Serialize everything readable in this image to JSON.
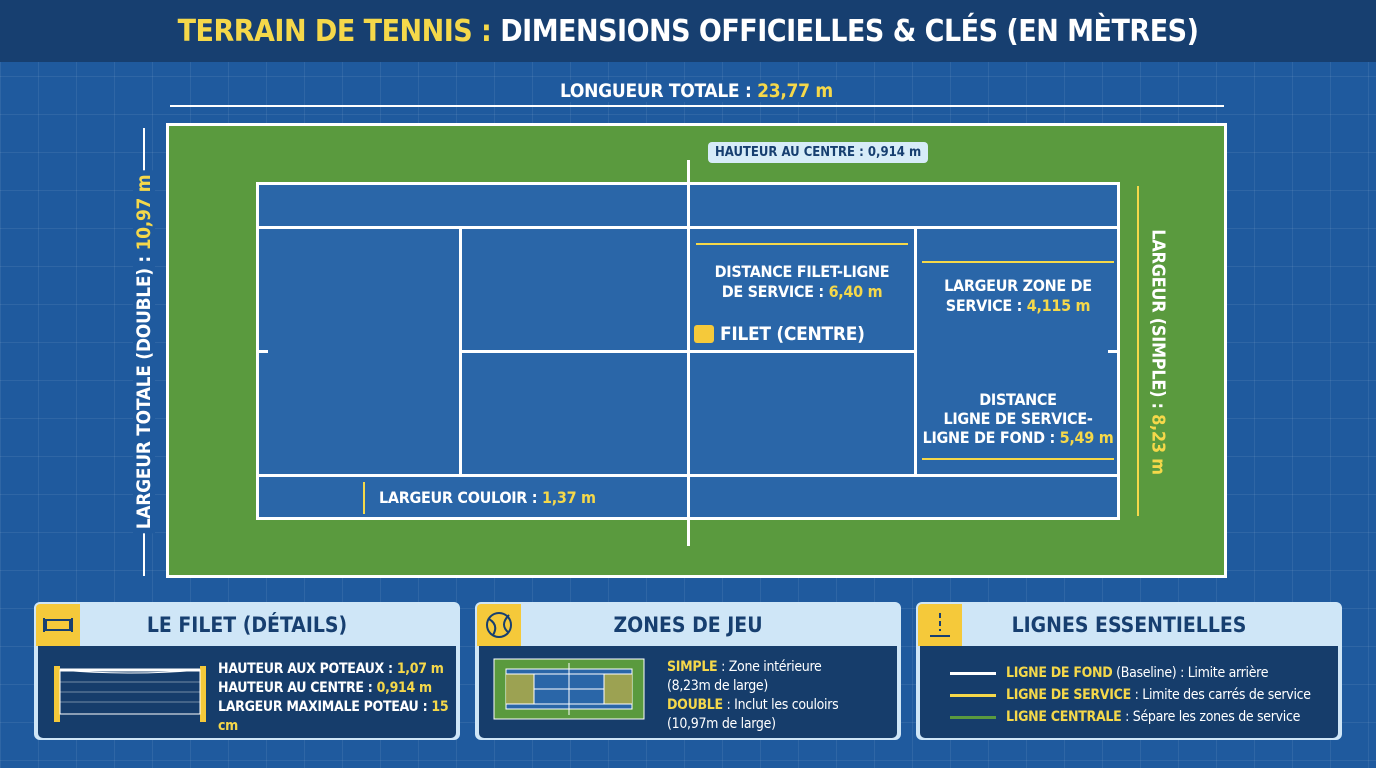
{
  "title": {
    "part1": "TERRAIN DE TENNIS :",
    "part2": "DIMENSIONS OFFICIELLES & CLÉS (EN MÈTRES)"
  },
  "court": {
    "total_length": {
      "label": "LONGUEUR TOTALE :",
      "value": "23,77 m"
    },
    "total_width": {
      "label": "LARGEUR TOTALE (DOUBLE) :",
      "value": "10,97 m"
    },
    "singles_width": {
      "label": "LARGEUR (SIMPLE) :",
      "value": "8,23 m"
    },
    "net_height_center": {
      "label": "HAUTEUR AU CENTRE :",
      "value": "0,914 m"
    },
    "net_service_distance": {
      "line1": "DISTANCE FILET-LIGNE",
      "label": "DE SERVICE :",
      "value": "6,40 m"
    },
    "service_zone_width": {
      "line1": "LARGEUR ZONE DE",
      "label": "SERVICE :",
      "value": "4,115 m"
    },
    "net": {
      "label": "FILET (CENTRE)"
    },
    "service_baseline_distance": {
      "line1": "DISTANCE",
      "line2": "LIGNE DE SERVICE-",
      "label": "LIGNE DE FOND :",
      "value": "5,49 m"
    },
    "alley_width": {
      "label": "LARGEUR COULOIR :",
      "value": "1,37 m"
    },
    "colors": {
      "surround": "#5a9a3e",
      "court": "#2a66a8",
      "lines": "#ffffff",
      "accent": "#f5d84a"
    }
  },
  "panels": [
    {
      "title": "LE FILET (DÉTAILS)",
      "icon": "net-icon",
      "rows": [
        {
          "label": "HAUTEUR AUX POTEAUX :",
          "value": "1,07 m"
        },
        {
          "label": "HAUTEUR AU CENTRE :",
          "value": "0,914 m"
        },
        {
          "label": "LARGEUR MAXIMALE POTEAU :",
          "value": "15 cm"
        }
      ]
    },
    {
      "title": "ZONES DE JEU",
      "icon": "tennis-ball-icon",
      "rows": [
        {
          "key": "SIMPLE",
          "text": ": Zone intérieure",
          "text2": "(8,23m de large)"
        },
        {
          "key": "DOUBLE",
          "text": ": Inclut les couloirs",
          "text2": "(10,97m de large)"
        }
      ]
    },
    {
      "title": "LIGNES ESSENTIELLES",
      "icon": "lines-icon",
      "rows": [
        {
          "key": "LIGNE DE FOND",
          "text": "(Baseline) : Limite arrière",
          "color": "#ffffff"
        },
        {
          "key": "LIGNE DE SERVICE",
          "text": ": Limite des carrés de service",
          "color": "#f5d84a"
        },
        {
          "key": "LIGNE CENTRALE",
          "text": ": Sépare les zones de service",
          "color": "#5a9a3e"
        }
      ]
    }
  ]
}
